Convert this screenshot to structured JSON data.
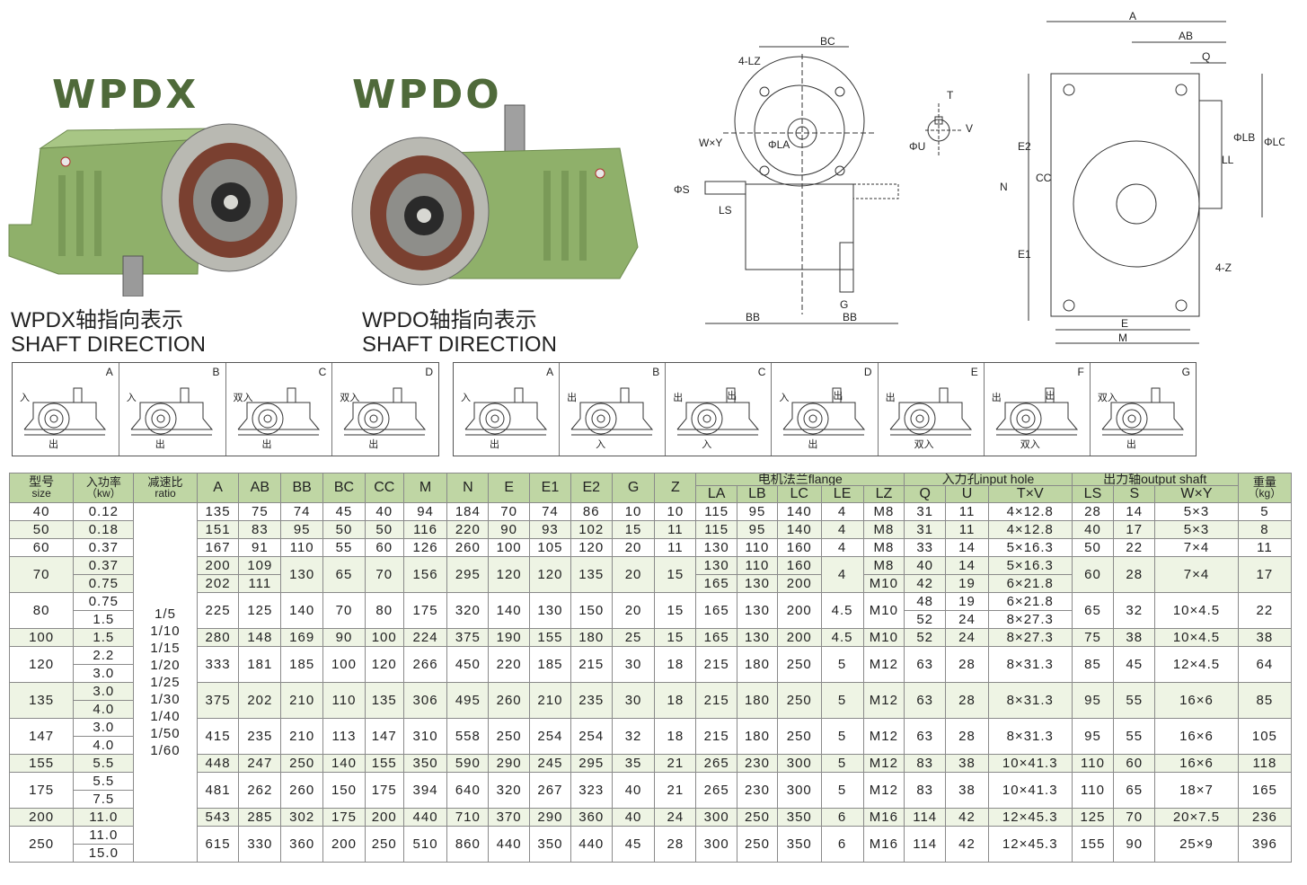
{
  "products": {
    "wpdx": {
      "title": "WPDX",
      "caption1": "WPDX轴指向表示",
      "caption2": "SHAFT DIRECTION"
    },
    "wpdo": {
      "title": "WPDO",
      "caption1": "WPDO轴指向表示",
      "caption2": "SHAFT DIRECTION"
    }
  },
  "drawing_labels": {
    "d1": {
      "bc": "BC",
      "lz": "4-LZ",
      "wxy": "W×Y",
      "la": "ΦLA",
      "s": "ΦS",
      "ls": "LS",
      "bb_left": "BB",
      "bb_right": "BB",
      "g": "G"
    },
    "d2": {
      "t": "T",
      "u": "ΦU",
      "v": "V"
    },
    "d3": {
      "a": "A",
      "ab": "AB",
      "q": "Q",
      "e2": "E2",
      "cc": "CC",
      "n": "N",
      "e1": "E1",
      "lb": "ΦLB",
      "lc": "ΦLC",
      "ll": "LL",
      "z": "4-Z",
      "e": "E",
      "m": "M"
    }
  },
  "direction_left": {
    "cells": [
      {
        "letter": "A",
        "labels": [
          "入",
          "出"
        ]
      },
      {
        "letter": "B",
        "labels": [
          "入",
          "出"
        ]
      },
      {
        "letter": "C",
        "labels": [
          "双入",
          "出"
        ]
      },
      {
        "letter": "D",
        "labels": [
          "双入",
          "出"
        ]
      }
    ]
  },
  "direction_right": {
    "cells": [
      {
        "letter": "A",
        "labels": [
          "入",
          "出"
        ]
      },
      {
        "letter": "B",
        "labels": [
          "出",
          "入"
        ]
      },
      {
        "letter": "C",
        "labels": [
          "出",
          "入",
          "出"
        ]
      },
      {
        "letter": "D",
        "labels": [
          "入",
          "出",
          "出"
        ]
      },
      {
        "letter": "E",
        "labels": [
          "出",
          "双入"
        ]
      },
      {
        "letter": "F",
        "labels": [
          "出",
          "双入",
          "出"
        ]
      },
      {
        "letter": "G",
        "labels": [
          "双入",
          "出"
        ]
      }
    ]
  },
  "table": {
    "headers": {
      "size": "型号",
      "size_en": "size",
      "power": "入功率",
      "power_unit": "（kw）",
      "ratio": "减速比",
      "ratio_en": "ratio",
      "A": "A",
      "AB": "AB",
      "BB": "BB",
      "BC": "BC",
      "CC": "CC",
      "M": "M",
      "N": "N",
      "E": "E",
      "E1": "E1",
      "E2": "E2",
      "G": "G",
      "Z": "Z",
      "flange": "电机法兰flange",
      "LA": "LA",
      "LB": "LB",
      "LC": "LC",
      "LE": "LE",
      "LZ": "LZ",
      "input": "入力孔input hole",
      "Q": "Q",
      "U": "U",
      "TxV": "T×V",
      "output": "出力轴output shaft",
      "LS": "LS",
      "S": "S",
      "WxY": "W×Y",
      "weight": "重量",
      "weight_unit": "（kg）"
    },
    "ratios": [
      "1/5",
      "1/10",
      "1/15",
      "1/20",
      "1/25",
      "1/30",
      "1/40",
      "1/50",
      "1/60"
    ],
    "rows": [
      {
        "size": "40",
        "kw": [
          "0.12"
        ],
        "A": [
          "135"
        ],
        "AB": [
          "75"
        ],
        "BB": "74",
        "BC": "45",
        "CC": "40",
        "M": "94",
        "N": "184",
        "E": "70",
        "E1": "74",
        "E2": "86",
        "G": "10",
        "Z": "10",
        "LA": [
          "115"
        ],
        "LB": [
          "95"
        ],
        "LC": [
          "140"
        ],
        "LE": "4",
        "LZ": [
          "M8"
        ],
        "Q": [
          "31"
        ],
        "U": [
          "11"
        ],
        "TV": [
          "4×12.8"
        ],
        "LS": "28",
        "S": "14",
        "WY": "5×3",
        "W": "5"
      },
      {
        "size": "50",
        "kw": [
          "0.18"
        ],
        "A": [
          "151"
        ],
        "AB": [
          "83"
        ],
        "BB": "95",
        "BC": "50",
        "CC": "50",
        "M": "116",
        "N": "220",
        "E": "90",
        "E1": "93",
        "E2": "102",
        "G": "15",
        "Z": "11",
        "LA": [
          "115"
        ],
        "LB": [
          "95"
        ],
        "LC": [
          "140"
        ],
        "LE": "4",
        "LZ": [
          "M8"
        ],
        "Q": [
          "31"
        ],
        "U": [
          "11"
        ],
        "TV": [
          "4×12.8"
        ],
        "LS": "40",
        "S": "17",
        "WY": "5×3",
        "W": "8"
      },
      {
        "size": "60",
        "kw": [
          "0.37"
        ],
        "A": [
          "167"
        ],
        "AB": [
          "91"
        ],
        "BB": "110",
        "BC": "55",
        "CC": "60",
        "M": "126",
        "N": "260",
        "E": "100",
        "E1": "105",
        "E2": "120",
        "G": "20",
        "Z": "11",
        "LA": [
          "130"
        ],
        "LB": [
          "110"
        ],
        "LC": [
          "160"
        ],
        "LE": "4",
        "LZ": [
          "M8"
        ],
        "Q": [
          "33"
        ],
        "U": [
          "14"
        ],
        "TV": [
          "5×16.3"
        ],
        "LS": "50",
        "S": "22",
        "WY": "7×4",
        "W": "11"
      },
      {
        "size": "70",
        "kw": [
          "0.37",
          "0.75"
        ],
        "A": [
          "200",
          "202"
        ],
        "AB": [
          "109",
          "111"
        ],
        "BB": "130",
        "BC": "65",
        "CC": "70",
        "M": "156",
        "N": "295",
        "E": "120",
        "E1": "120",
        "E2": "135",
        "G": "20",
        "Z": "15",
        "LA": [
          "130",
          "165"
        ],
        "LB": [
          "110",
          "130"
        ],
        "LC": [
          "160",
          "200"
        ],
        "LE": "4",
        "LZ": [
          "M8",
          "M10"
        ],
        "Q": [
          "40",
          "42"
        ],
        "U": [
          "14",
          "19"
        ],
        "TV": [
          "5×16.3",
          "6×21.8"
        ],
        "LS": "60",
        "S": "28",
        "WY": "7×4",
        "W": "17"
      },
      {
        "size": "80",
        "kw": [
          "0.75",
          "1.5"
        ],
        "A": [
          "225"
        ],
        "AB": [
          "125"
        ],
        "BB": "140",
        "BC": "70",
        "CC": "80",
        "M": "175",
        "N": "320",
        "E": "140",
        "E1": "130",
        "E2": "150",
        "G": "20",
        "Z": "15",
        "LA": [
          "165"
        ],
        "LB": [
          "130"
        ],
        "LC": [
          "200"
        ],
        "LE": "4.5",
        "LZ": [
          "M10"
        ],
        "Q": [
          "48",
          "52"
        ],
        "U": [
          "19",
          "24"
        ],
        "TV": [
          "6×21.8",
          "8×27.3"
        ],
        "LS": "65",
        "S": "32",
        "WY": "10×4.5",
        "W": "22"
      },
      {
        "size": "100",
        "kw": [
          "1.5"
        ],
        "A": [
          "280"
        ],
        "AB": [
          "148"
        ],
        "BB": "169",
        "BC": "90",
        "CC": "100",
        "M": "224",
        "N": "375",
        "E": "190",
        "E1": "155",
        "E2": "180",
        "G": "25",
        "Z": "15",
        "LA": [
          "165"
        ],
        "LB": [
          "130"
        ],
        "LC": [
          "200"
        ],
        "LE": "4.5",
        "LZ": [
          "M10"
        ],
        "Q": [
          "52"
        ],
        "U": [
          "24"
        ],
        "TV": [
          "8×27.3"
        ],
        "LS": "75",
        "S": "38",
        "WY": "10×4.5",
        "W": "38"
      },
      {
        "size": "120",
        "kw": [
          "2.2",
          "3.0"
        ],
        "A": [
          "333"
        ],
        "AB": [
          "181"
        ],
        "BB": "185",
        "BC": "100",
        "CC": "120",
        "M": "266",
        "N": "450",
        "E": "220",
        "E1": "185",
        "E2": "215",
        "G": "30",
        "Z": "18",
        "LA": [
          "215"
        ],
        "LB": [
          "180"
        ],
        "LC": [
          "250"
        ],
        "LE": "5",
        "LZ": [
          "M12"
        ],
        "Q": [
          "63"
        ],
        "U": [
          "28"
        ],
        "TV": [
          "8×31.3"
        ],
        "LS": "85",
        "S": "45",
        "WY": "12×4.5",
        "W": "64"
      },
      {
        "size": "135",
        "kw": [
          "3.0",
          "4.0"
        ],
        "A": [
          "375"
        ],
        "AB": [
          "202"
        ],
        "BB": "210",
        "BC": "110",
        "CC": "135",
        "M": "306",
        "N": "495",
        "E": "260",
        "E1": "210",
        "E2": "235",
        "G": "30",
        "Z": "18",
        "LA": [
          "215"
        ],
        "LB": [
          "180"
        ],
        "LC": [
          "250"
        ],
        "LE": "5",
        "LZ": [
          "M12"
        ],
        "Q": [
          "63"
        ],
        "U": [
          "28"
        ],
        "TV": [
          "8×31.3"
        ],
        "LS": "95",
        "S": "55",
        "WY": "16×6",
        "W": "85"
      },
      {
        "size": "147",
        "kw": [
          "3.0",
          "4.0"
        ],
        "A": [
          "415"
        ],
        "AB": [
          "235"
        ],
        "BB": "210",
        "BC": "113",
        "CC": "147",
        "M": "310",
        "N": "558",
        "E": "250",
        "E1": "254",
        "E2": "254",
        "G": "32",
        "Z": "18",
        "LA": [
          "215"
        ],
        "LB": [
          "180"
        ],
        "LC": [
          "250"
        ],
        "LE": "5",
        "LZ": [
          "M12"
        ],
        "Q": [
          "63"
        ],
        "U": [
          "28"
        ],
        "TV": [
          "8×31.3"
        ],
        "LS": "95",
        "S": "55",
        "WY": "16×6",
        "W": "105"
      },
      {
        "size": "155",
        "kw": [
          "5.5"
        ],
        "A": [
          "448"
        ],
        "AB": [
          "247"
        ],
        "BB": "250",
        "BC": "140",
        "CC": "155",
        "M": "350",
        "N": "590",
        "E": "290",
        "E1": "245",
        "E2": "295",
        "G": "35",
        "Z": "21",
        "LA": [
          "265"
        ],
        "LB": [
          "230"
        ],
        "LC": [
          "300"
        ],
        "LE": "5",
        "LZ": [
          "M12"
        ],
        "Q": [
          "83"
        ],
        "U": [
          "38"
        ],
        "TV": [
          "10×41.3"
        ],
        "LS": "110",
        "S": "60",
        "WY": "16×6",
        "W": "118"
      },
      {
        "size": "175",
        "kw": [
          "5.5",
          "7.5"
        ],
        "A": [
          "481"
        ],
        "AB": [
          "262"
        ],
        "BB": "260",
        "BC": "150",
        "CC": "175",
        "M": "394",
        "N": "640",
        "E": "320",
        "E1": "267",
        "E2": "323",
        "G": "40",
        "Z": "21",
        "LA": [
          "265"
        ],
        "LB": [
          "230"
        ],
        "LC": [
          "300"
        ],
        "LE": "5",
        "LZ": [
          "M12"
        ],
        "Q": [
          "83"
        ],
        "U": [
          "38"
        ],
        "TV": [
          "10×41.3"
        ],
        "LS": "110",
        "S": "65",
        "WY": "18×7",
        "W": "165"
      },
      {
        "size": "200",
        "kw": [
          "11.0"
        ],
        "A": [
          "543"
        ],
        "AB": [
          "285"
        ],
        "BB": "302",
        "BC": "175",
        "CC": "200",
        "M": "440",
        "N": "710",
        "E": "370",
        "E1": "290",
        "E2": "360",
        "G": "40",
        "Z": "24",
        "LA": [
          "300"
        ],
        "LB": [
          "250"
        ],
        "LC": [
          "350"
        ],
        "LE": "6",
        "LZ": [
          "M16"
        ],
        "Q": [
          "114"
        ],
        "U": [
          "42"
        ],
        "TV": [
          "12×45.3"
        ],
        "LS": "125",
        "S": "70",
        "WY": "20×7.5",
        "W": "236"
      },
      {
        "size": "250",
        "kw": [
          "11.0",
          "15.0"
        ],
        "A": [
          "615"
        ],
        "AB": [
          "330"
        ],
        "BB": "360",
        "BC": "200",
        "CC": "250",
        "M": "510",
        "N": "860",
        "E": "440",
        "E1": "350",
        "E2": "440",
        "G": "45",
        "Z": "28",
        "LA": [
          "300"
        ],
        "LB": [
          "250"
        ],
        "LC": [
          "350"
        ],
        "LE": "6",
        "LZ": [
          "M16"
        ],
        "Q": [
          "114"
        ],
        "U": [
          "42"
        ],
        "TV": [
          "12×45.3"
        ],
        "LS": "155",
        "S": "90",
        "WY": "25×9",
        "W": "396"
      }
    ]
  },
  "colors": {
    "header_bg": "#bfd6a4",
    "stripe": "#eef4e4",
    "title_green": "#4f6a3a",
    "body_green": "#8fb06a"
  }
}
